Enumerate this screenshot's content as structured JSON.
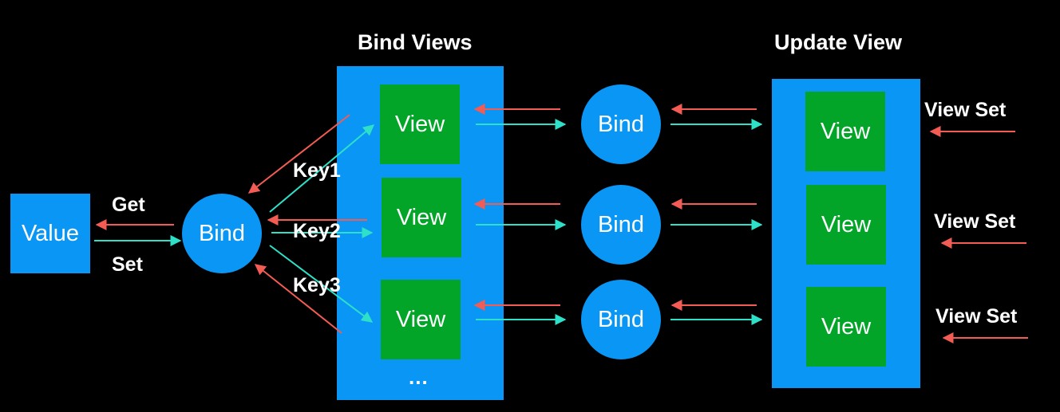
{
  "colors": {
    "background": "#000000",
    "blue": "#0a96f5",
    "green": "#03a528",
    "get_arrow": "#f25c54",
    "set_arrow": "#2ee0c8"
  },
  "titles": {
    "bind_views": "Bind Views",
    "update_view": "Update View"
  },
  "value_box": {
    "label": "Value"
  },
  "main_bind": {
    "label": "Bind"
  },
  "arrow_labels": {
    "get": "Get",
    "set": "Set"
  },
  "keys": [
    "Key1",
    "Key2",
    "Key3"
  ],
  "bind_views_panel": {
    "views": [
      "View",
      "View",
      "View"
    ],
    "more": "..."
  },
  "bind_circles": [
    "Bind",
    "Bind",
    "Bind"
  ],
  "update_view_panel": {
    "views": [
      "View",
      "View",
      "View"
    ]
  },
  "view_set_labels": [
    "View Set",
    "View Set",
    "View Set"
  ]
}
